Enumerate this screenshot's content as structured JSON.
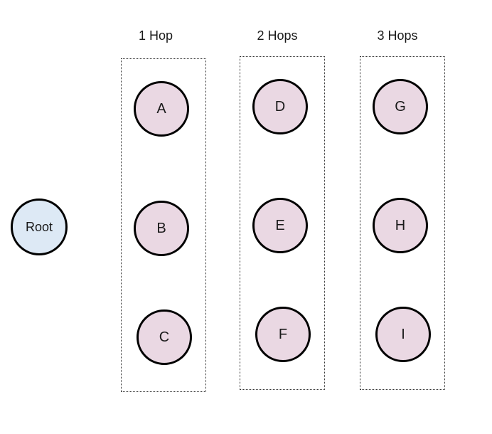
{
  "diagram": {
    "root": {
      "label": "Root",
      "fill": "#dde9f5"
    },
    "node_fill": "#ead8e3",
    "border_color": "#000000",
    "columns": [
      {
        "title": "1 Hop",
        "nodes": [
          "A",
          "B",
          "C"
        ]
      },
      {
        "title": "2 Hops",
        "nodes": [
          "D",
          "E",
          "F"
        ]
      },
      {
        "title": "3 Hops",
        "nodes": [
          "G",
          "H",
          "I"
        ]
      }
    ]
  }
}
